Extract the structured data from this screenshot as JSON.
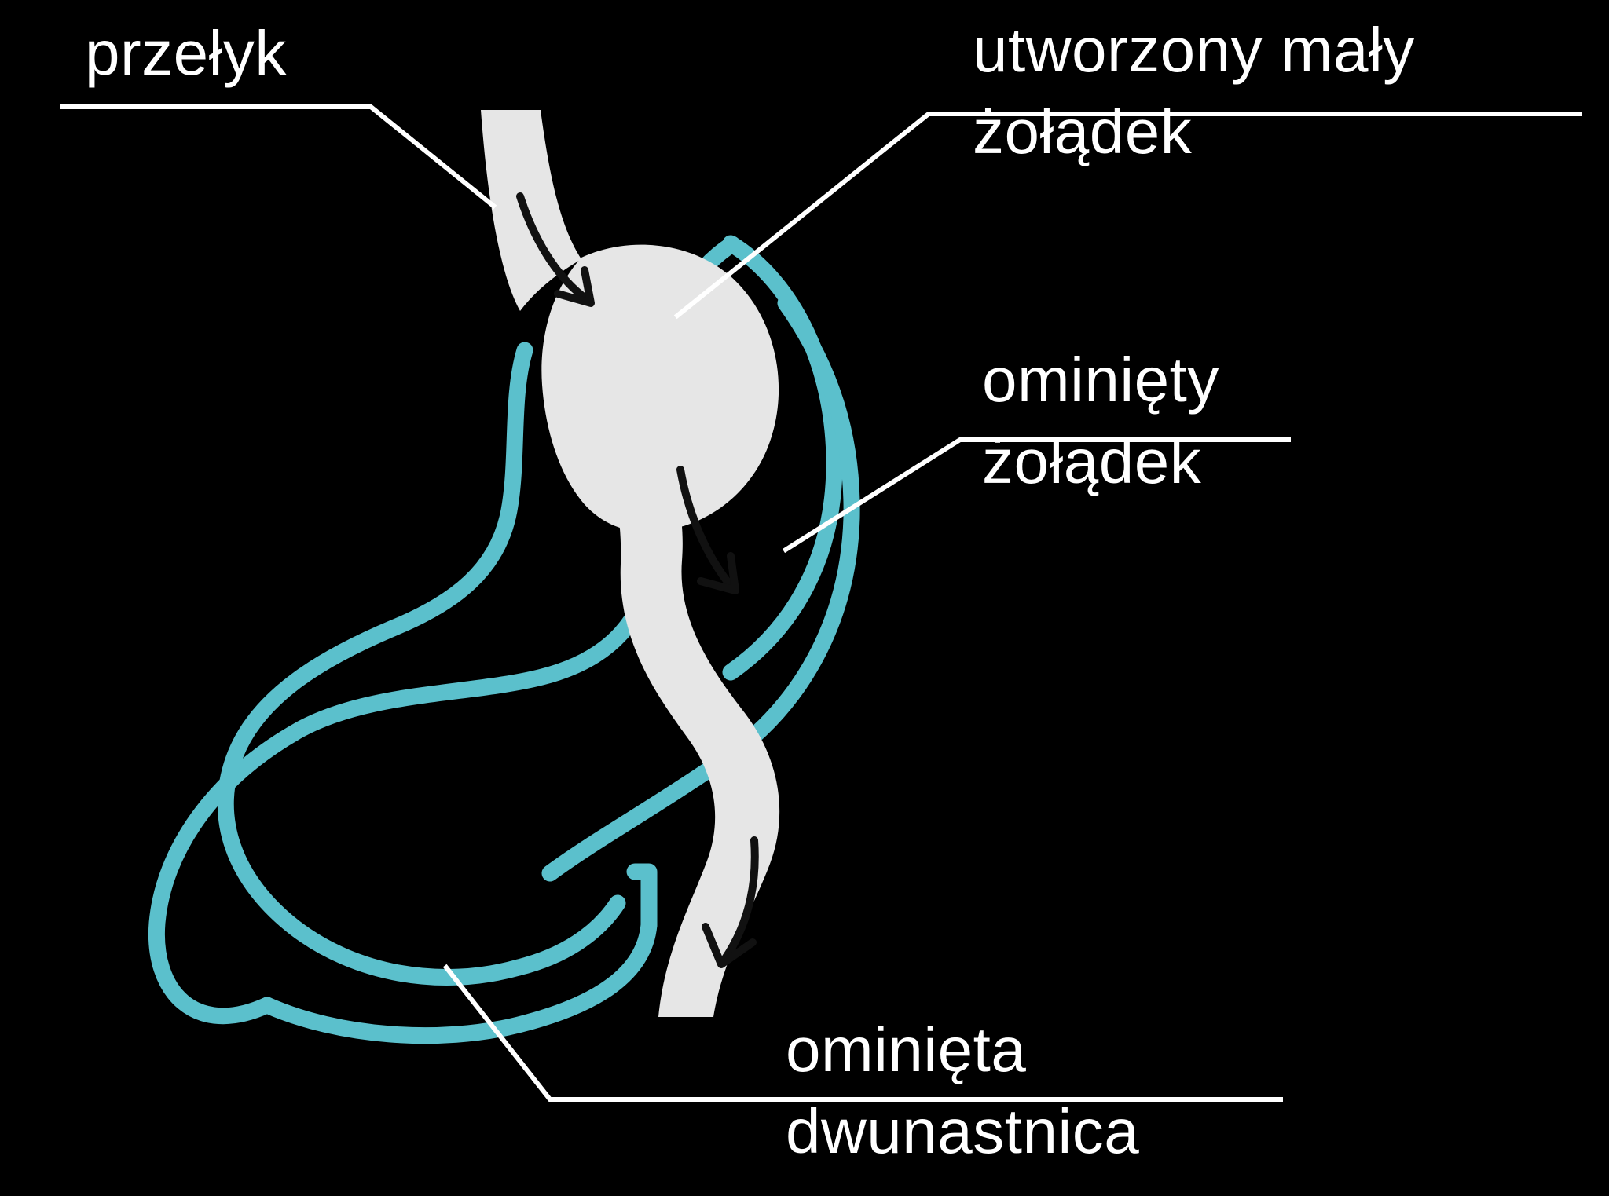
{
  "diagram": {
    "title": "Gastric bypass (Roux-en-Y) anatomy diagram",
    "background_color": "#000000",
    "colors": {
      "background": "#000000",
      "tract_fill": "#E6E6E6",
      "bypassed_outline": "#5BC0CC",
      "label_text": "#FFFFFF",
      "leader_line": "#FFFFFF",
      "arrow": "#111111"
    }
  },
  "labels": {
    "esophagus": {
      "lines": [
        "przełyk"
      ]
    },
    "small_pouch": {
      "lines": [
        "utworzony mały",
        "żołądek"
      ]
    },
    "bypassed_stomach": {
      "lines": [
        "ominięty",
        "żołądek"
      ]
    },
    "bypassed_duodenum": {
      "lines": [
        "ominięta",
        "dwunastnica"
      ]
    }
  },
  "icons": {
    "flow_arrow_1": "down-arrow-icon",
    "flow_arrow_2": "down-arrow-icon",
    "flow_arrow_3": "down-arrow-icon"
  }
}
